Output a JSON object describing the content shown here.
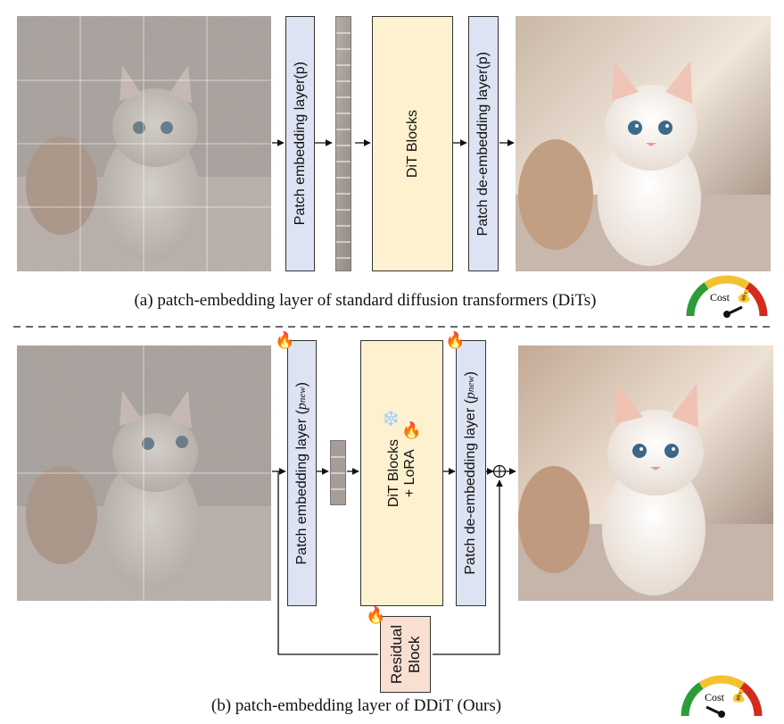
{
  "top": {
    "patch_layer_label": "Patch embedding layer(p)",
    "dit_label": "DiT Blocks",
    "depatch_layer_label": "Patch de-embedding layer(p)",
    "caption": "(a) patch-embedding layer of standard diffusion transformers (DiTs)",
    "cost_label": "Cost"
  },
  "bottom": {
    "patch_layer_label": "Patch embedding layer (",
    "patch_layer_sub": "p",
    "patch_layer_subsub": "new",
    "dit_label_line1": "DiT Blocks",
    "dit_label_line2": "+ LoRA",
    "depatch_layer_label": "Patch de-embedding layer (",
    "residual_line1": "Residual",
    "residual_line2": "Block",
    "caption": "(b) patch-embedding layer of DDiT (Ours)",
    "cost_label": "Cost"
  },
  "icons": {
    "flame": "flame-icon",
    "snowflake": "snowflake-icon",
    "money_bag": "money-bag-icon",
    "plus_circle": "circled-plus-icon"
  },
  "colors": {
    "patch_block": "#dde3f3",
    "dit_block": "#fdf1cf",
    "residual_block": "#f8dfd2",
    "gauge_green": "#2e9b3a",
    "gauge_yellow": "#f2c230",
    "gauge_red": "#d62a1e"
  }
}
